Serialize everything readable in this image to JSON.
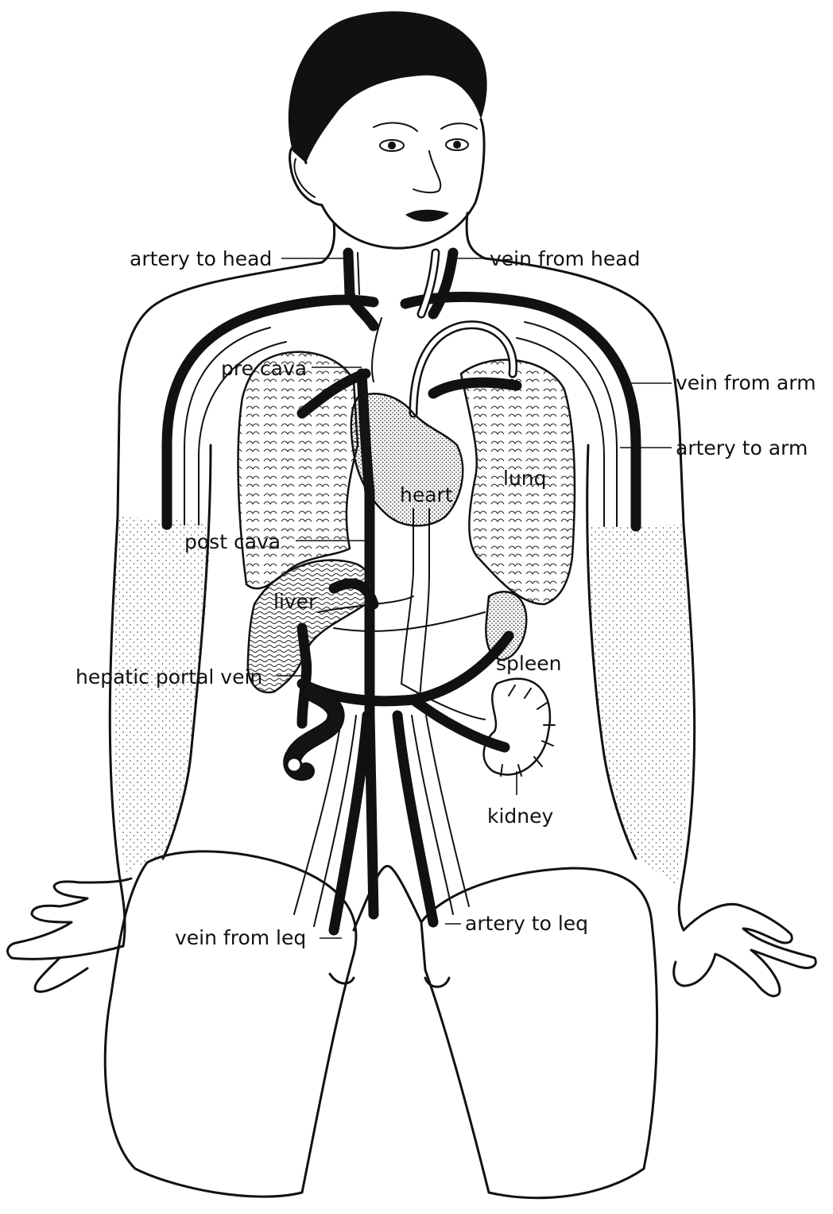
{
  "labels": {
    "artery_to_head": "artery to head",
    "vein_from_head": "vein from head",
    "pre_cava": "pre cava",
    "vein_from_arm": "vein from arm",
    "artery_to_arm": "artery to arm",
    "heart": "heart",
    "lung": "lunq",
    "post_cava": "post cava",
    "liver": "liver",
    "hepatic_portal_vein": "hepatic portal vein",
    "spleen": "spleen",
    "kidney": "kidney",
    "vein_from_leg": "vein from leq",
    "artery_to_leg": "artery to leq"
  },
  "colors": {
    "ink": "#111111",
    "paper": "#ffffff"
  }
}
